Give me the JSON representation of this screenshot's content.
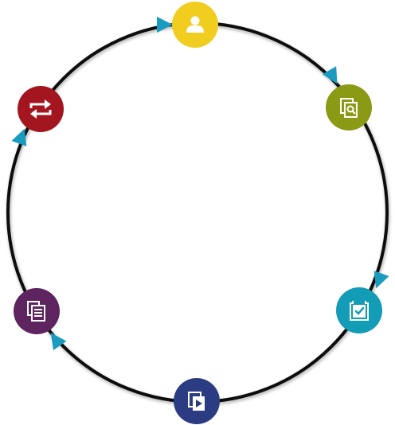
{
  "diagram": {
    "type": "cycle",
    "ring_color": "#111111",
    "arrow_color": "#1a9bc0",
    "nodes": [
      {
        "id": "node-1",
        "icon": "user-icon",
        "color": "#f0cd1f"
      },
      {
        "id": "node-2",
        "icon": "document-search-icon",
        "color": "#8a9a14"
      },
      {
        "id": "node-3",
        "icon": "document-check-icon",
        "color": "#139cb5"
      },
      {
        "id": "node-4",
        "icon": "document-play-icon",
        "color": "#2c3c82"
      },
      {
        "id": "node-5",
        "icon": "document-stack-icon",
        "color": "#5e2460"
      },
      {
        "id": "node-6",
        "icon": "refresh-cycle-icon",
        "color": "#a3161f"
      }
    ]
  }
}
